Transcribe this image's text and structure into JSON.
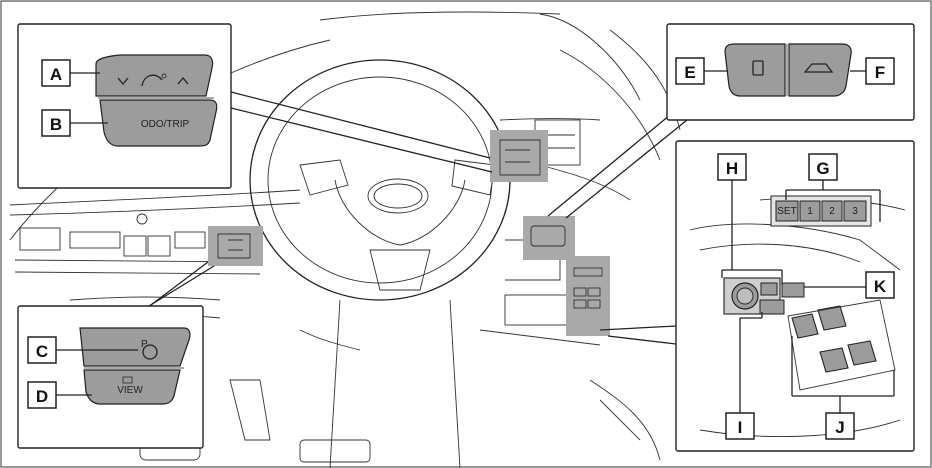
{
  "labels": {
    "a": "A",
    "b": "B",
    "c": "C",
    "d": "D",
    "e": "E",
    "f": "F",
    "g": "G",
    "h": "H",
    "i": "I",
    "j": "J",
    "k": "K"
  },
  "buttons": {
    "odo_trip": "ODO/TRIP",
    "p_mark": "P",
    "view": "VIEW",
    "mem_set": "SET",
    "mem_1": "1",
    "mem_2": "2",
    "mem_3": "3"
  },
  "colors": {
    "highlight": "#a9a9a9",
    "button_gray": "#9c9c9c",
    "outline": "#222222"
  }
}
